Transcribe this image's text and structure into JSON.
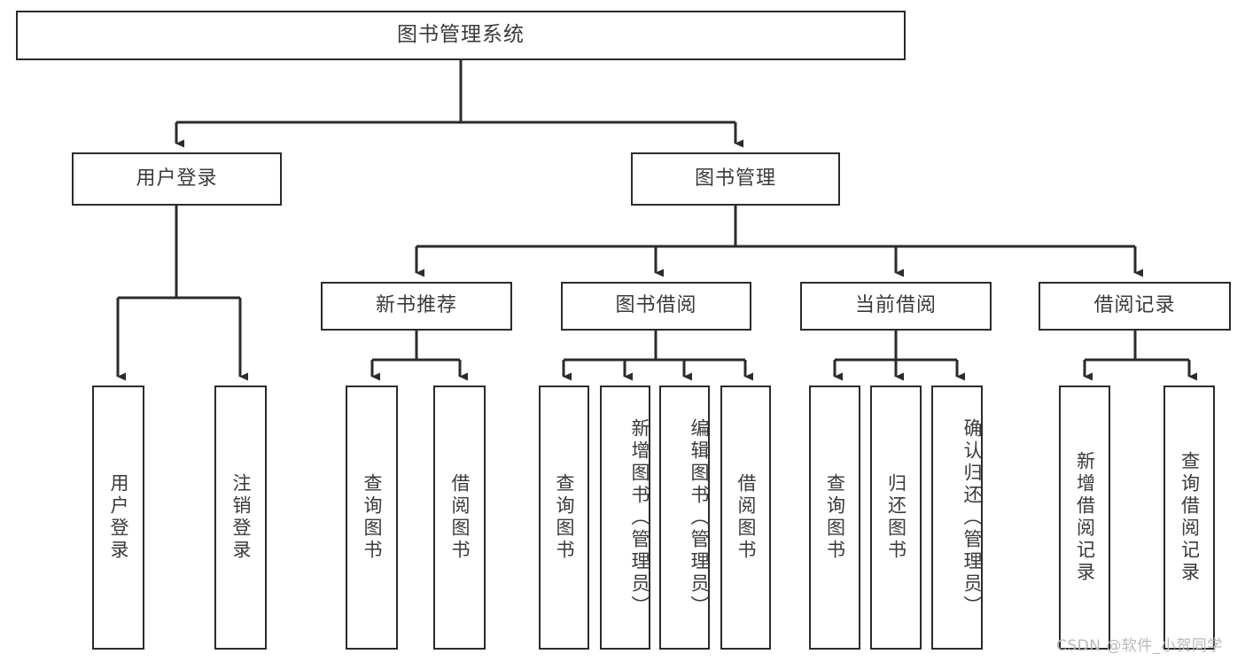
{
  "diagram": {
    "title": "图书管理系统",
    "type": "tree-hierarchy-chart",
    "watermark": "CSDN @软件_小贺同学",
    "line_color": "#2b2b2b",
    "text_color": "#3a3a3a",
    "background": "#ffffff"
  },
  "nodes": {
    "root": {
      "label": "图书管理系统"
    },
    "level2": [
      {
        "label": "用户登录"
      },
      {
        "label": "图书管理"
      }
    ],
    "level3": [
      {
        "label": "新书推荐"
      },
      {
        "label": "图书借阅"
      },
      {
        "label": "当前借阅"
      },
      {
        "label": "借阅记录"
      }
    ],
    "leaves": {
      "user_login": [
        {
          "label": "用户登录"
        },
        {
          "label": "注销登录"
        }
      ],
      "new_book": [
        {
          "label": "查询图书"
        },
        {
          "label": "借阅图书"
        }
      ],
      "book_borrow": [
        {
          "label": "查询图书"
        },
        {
          "label": "新增图书（管理员）"
        },
        {
          "label": "编辑图书（管理员）"
        },
        {
          "label": "借阅图书"
        }
      ],
      "current_borrow": [
        {
          "label": "查询图书"
        },
        {
          "label": "归还图书"
        },
        {
          "label": "确认归还（管理员）"
        }
      ],
      "borrow_record": [
        {
          "label": "新增借阅记录"
        },
        {
          "label": "查询借阅记录"
        }
      ]
    }
  }
}
